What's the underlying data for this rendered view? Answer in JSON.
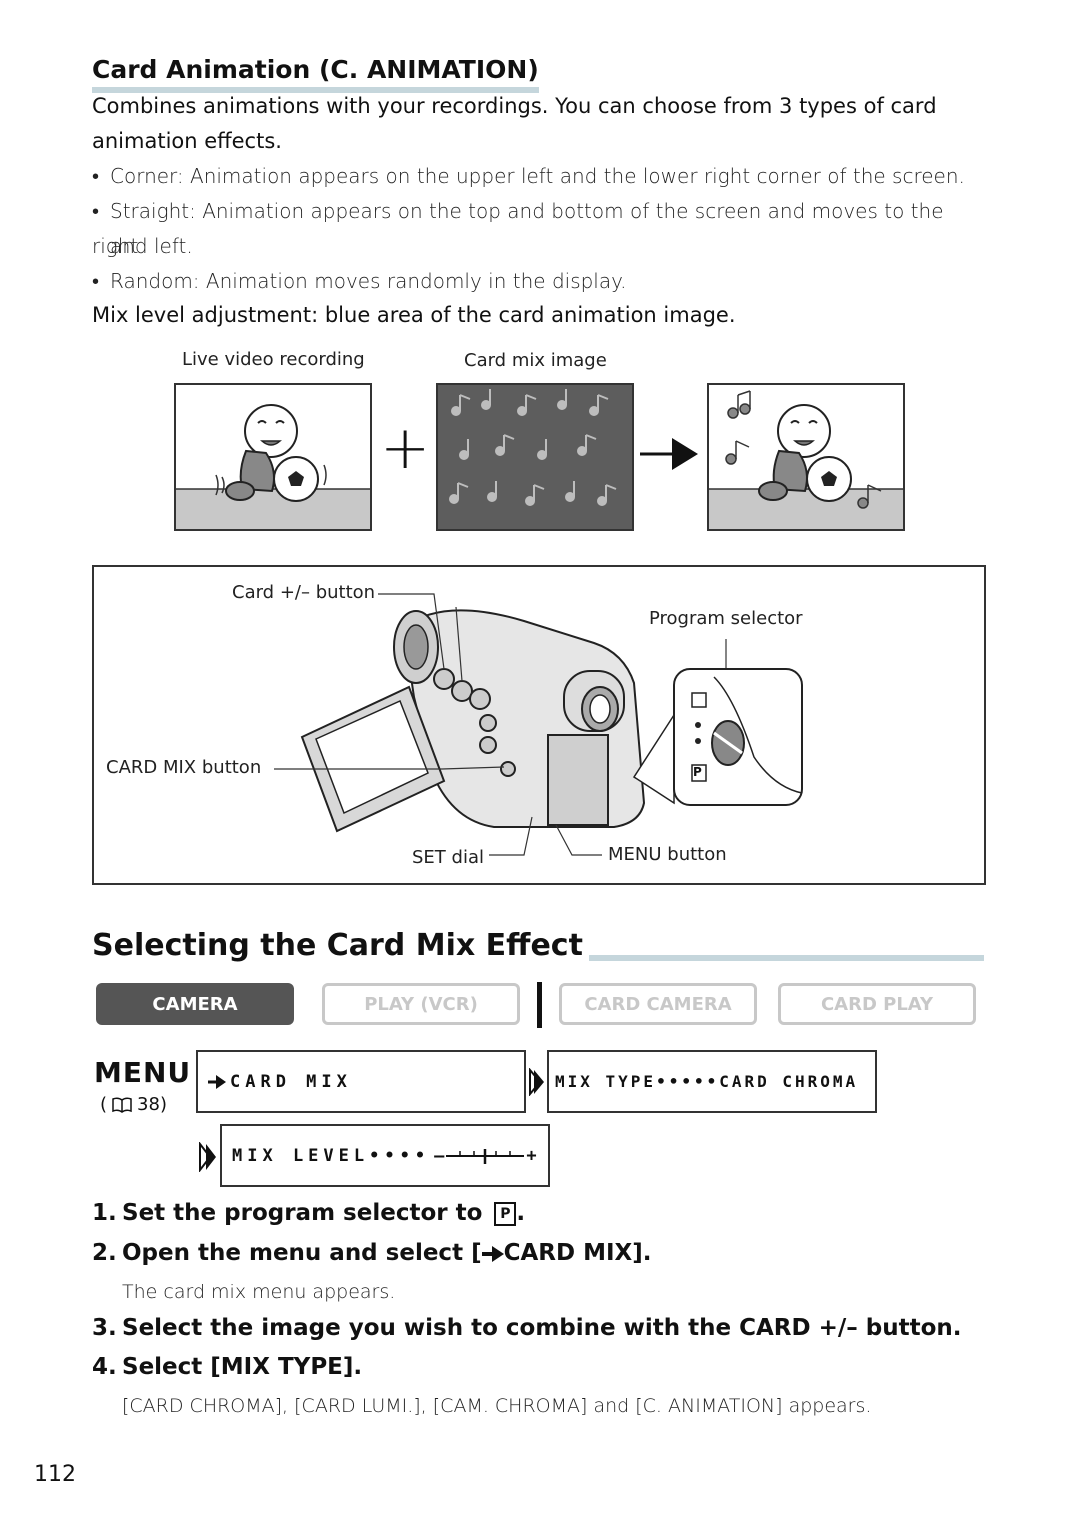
{
  "section": {
    "title": "Card Animation (C. ANIMATION)",
    "intro_line1": "Combines animations with your recordings. You can choose from 3 types of card",
    "intro_line2": "animation effects.",
    "bullets": [
      {
        "line1": "Corner: Animation appears on the upper left and the lower right corner of the screen.",
        "line2": ""
      },
      {
        "line1": "Straight: Animation appears on the top and bottom of the screen and moves to the right",
        "line2": "and left."
      },
      {
        "line1": "Random: Animation moves randomly in the display.",
        "line2": ""
      }
    ],
    "bullet_glyph": "•",
    "mix_note": "Mix level adjustment: blue area of the card animation image."
  },
  "images": {
    "live_label": "Live video recording",
    "card_label": "Card mix image",
    "plus_sign": "+"
  },
  "camera_diagram": {
    "card_button": "Card +/– button",
    "program_selector": "Program selector",
    "card_mix_button": "CARD MIX button",
    "set_dial": "SET dial",
    "menu_button": "MENU button",
    "selector_p": "P"
  },
  "mix_effect": {
    "title": "Selecting the Card Mix Effect",
    "modes": [
      {
        "label": "CAMERA",
        "active": true
      },
      {
        "label": "PLAY (VCR)",
        "active": false
      },
      {
        "label": "CARD CAMERA",
        "active": false
      },
      {
        "label": "CARD PLAY",
        "active": false
      }
    ],
    "menu_word": "MENU",
    "menu_ref": "38",
    "menu_item1": "CARD MIX",
    "menu_item2": "MIX TYPE•••••CARD CHROMA",
    "menu_item3": "MIX LEVEL••••",
    "level_minus": "–",
    "level_plus": "+"
  },
  "steps": [
    {
      "num": "1.",
      "text": "Set the program selector to",
      "suffix": "."
    },
    {
      "num": "2.",
      "text": "Open the menu and select [",
      "mid": "CARD MIX",
      "suffix": "]."
    },
    {
      "num": "3.",
      "text": "Select the image you wish to combine with the CARD +/– button."
    },
    {
      "num": "4.",
      "text": "Select [MIX TYPE]."
    }
  ],
  "step2_note": "The card mix menu appears.",
  "step4_note": "[CARD CHROMA], [CARD LUMI.], [CAM. CHROMA] and [C. ANIMATION] appears.",
  "page_number": "112",
  "colors": {
    "heading_rule": "#c5d6dc",
    "active_mode_bg": "#555555",
    "inactive_mode": "#c8c8c8"
  }
}
